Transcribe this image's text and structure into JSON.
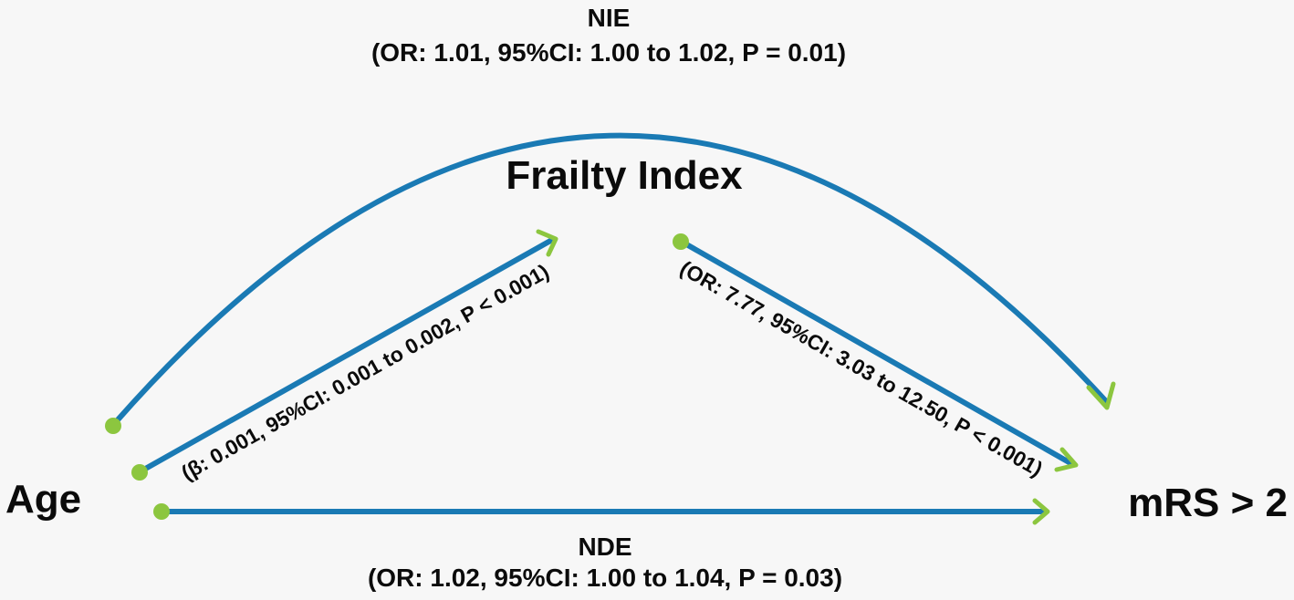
{
  "colors": {
    "background": "#f7f7f7",
    "edge": "#1a7ab4",
    "accent": "#8cc63f",
    "text": "#0b0b0b"
  },
  "nodes": {
    "exposure": "Age",
    "mediator": "Frailty Index",
    "outcome": "mRS > 2"
  },
  "effects": {
    "nie": {
      "title": "NIE",
      "stats": "(OR: 1.01, 95%CI: 1.00 to 1.02, P = 0.01)"
    },
    "nde": {
      "title": "NDE",
      "stats": "(OR: 1.02, 95%CI: 1.00 to 1.04, P = 0.03)"
    }
  },
  "paths": {
    "a": {
      "stats": "(β: 0.001, 95%CI: 0.001 to 0.002, P < 0.001)"
    },
    "b": {
      "stats": "(OR: 7.77, 95%CI: 3.03 to 12.50, P < 0.001)"
    }
  }
}
